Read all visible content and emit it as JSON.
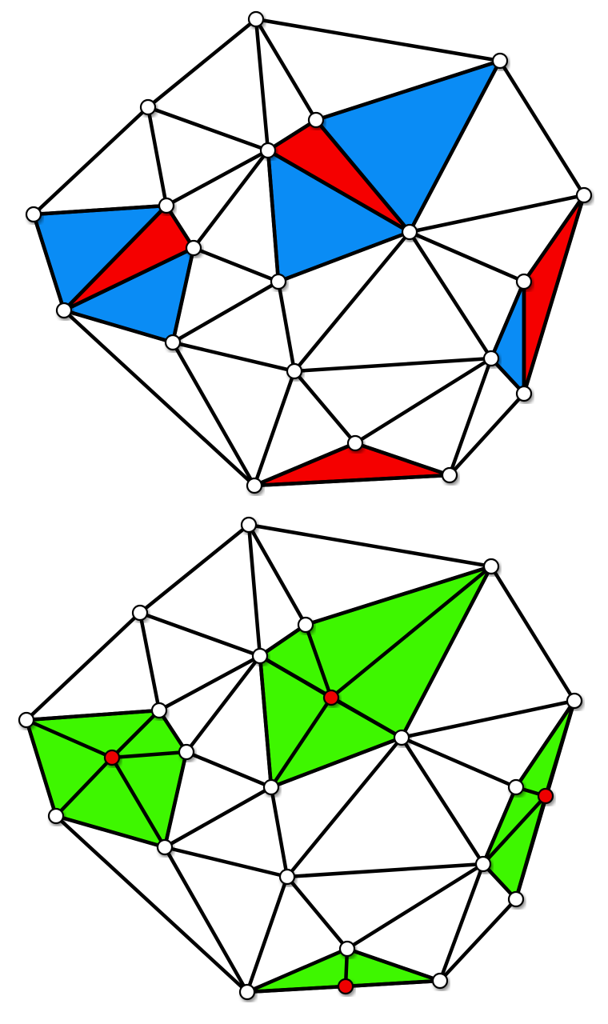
{
  "colors": {
    "background": "#ffffff",
    "edge": "#000000",
    "blue_face": "#0a8cf5",
    "red_face": "#f50000",
    "green_face": "#3ef700",
    "vertex": "#ffffff",
    "inserted_vertex": "#ee0000",
    "shadow": "#888888"
  },
  "panels": [
    {
      "name": "top",
      "vertices": [
        [
          320,
          24
        ],
        [
          625,
          76
        ],
        [
          185,
          134
        ],
        [
          395,
          150
        ],
        [
          335,
          188
        ],
        [
          730,
          244
        ],
        [
          42,
          268
        ],
        [
          208,
          257
        ],
        [
          242,
          310
        ],
        [
          512,
          290
        ],
        [
          348,
          352
        ],
        [
          655,
          352
        ],
        [
          80,
          388
        ],
        [
          216,
          428
        ],
        [
          368,
          464
        ],
        [
          614,
          448
        ],
        [
          655,
          492
        ],
        [
          444,
          554
        ],
        [
          318,
          607
        ],
        [
          562,
          594
        ]
      ],
      "edges": [
        [
          0,
          1
        ],
        [
          0,
          2
        ],
        [
          0,
          3
        ],
        [
          0,
          4
        ],
        [
          1,
          3
        ],
        [
          1,
          9
        ],
        [
          1,
          5
        ],
        [
          2,
          6
        ],
        [
          2,
          4
        ],
        [
          2,
          7
        ],
        [
          3,
          4
        ],
        [
          3,
          9
        ],
        [
          4,
          9
        ],
        [
          4,
          7
        ],
        [
          4,
          8
        ],
        [
          4,
          10
        ],
        [
          5,
          9
        ],
        [
          5,
          11
        ],
        [
          5,
          16
        ],
        [
          6,
          7
        ],
        [
          6,
          12
        ],
        [
          7,
          8
        ],
        [
          7,
          12
        ],
        [
          8,
          12
        ],
        [
          8,
          13
        ],
        [
          8,
          10
        ],
        [
          9,
          10
        ],
        [
          9,
          14
        ],
        [
          9,
          15
        ],
        [
          9,
          11
        ],
        [
          10,
          13
        ],
        [
          10,
          14
        ],
        [
          11,
          15
        ],
        [
          11,
          16
        ],
        [
          12,
          13
        ],
        [
          12,
          18
        ],
        [
          13,
          14
        ],
        [
          13,
          18
        ],
        [
          14,
          15
        ],
        [
          14,
          18
        ],
        [
          14,
          17
        ],
        [
          15,
          16
        ],
        [
          15,
          17
        ],
        [
          15,
          19
        ],
        [
          16,
          19
        ],
        [
          17,
          18
        ],
        [
          17,
          19
        ],
        [
          18,
          19
        ]
      ],
      "faces": [
        {
          "color": "blue",
          "vertices": [
            6,
            7,
            12
          ]
        },
        {
          "color": "blue",
          "vertices": [
            8,
            12,
            13
          ]
        },
        {
          "color": "blue",
          "vertices": [
            4,
            9,
            10
          ]
        },
        {
          "color": "blue",
          "vertices": [
            3,
            1,
            9
          ]
        },
        {
          "color": "blue",
          "vertices": [
            11,
            15,
            16
          ]
        },
        {
          "color": "red",
          "vertices": [
            7,
            8,
            12
          ]
        },
        {
          "color": "red",
          "vertices": [
            3,
            4,
            9
          ]
        },
        {
          "color": "red",
          "vertices": [
            5,
            11,
            16
          ]
        },
        {
          "color": "red",
          "vertices": [
            17,
            18,
            19
          ]
        }
      ],
      "red_vertices": []
    },
    {
      "name": "bottom",
      "vertices": [
        [
          311,
          656
        ],
        [
          614,
          708
        ],
        [
          175,
          766
        ],
        [
          382,
          781
        ],
        [
          325,
          820
        ],
        [
          718,
          876
        ],
        [
          33,
          900
        ],
        [
          199,
          888
        ],
        [
          233,
          940
        ],
        [
          502,
          922
        ],
        [
          339,
          984
        ],
        [
          645,
          984
        ],
        [
          70,
          1020
        ],
        [
          206,
          1059
        ],
        [
          359,
          1096
        ],
        [
          604,
          1080
        ],
        [
          645,
          1124
        ],
        [
          434,
          1186
        ],
        [
          309,
          1240
        ],
        [
          550,
          1226
        ],
        [
          140,
          947
        ],
        [
          414,
          872
        ],
        [
          682,
          995
        ],
        [
          432,
          1233
        ]
      ],
      "edges": [
        [
          0,
          1
        ],
        [
          0,
          2
        ],
        [
          0,
          3
        ],
        [
          0,
          4
        ],
        [
          1,
          3
        ],
        [
          1,
          9
        ],
        [
          1,
          5
        ],
        [
          2,
          6
        ],
        [
          2,
          4
        ],
        [
          2,
          7
        ],
        [
          3,
          4
        ],
        [
          4,
          9
        ],
        [
          4,
          7
        ],
        [
          4,
          8
        ],
        [
          4,
          10
        ],
        [
          5,
          9
        ],
        [
          5,
          11
        ],
        [
          5,
          16
        ],
        [
          6,
          7
        ],
        [
          6,
          12
        ],
        [
          7,
          8
        ],
        [
          8,
          13
        ],
        [
          8,
          10
        ],
        [
          9,
          10
        ],
        [
          9,
          14
        ],
        [
          9,
          15
        ],
        [
          9,
          11
        ],
        [
          10,
          13
        ],
        [
          10,
          14
        ],
        [
          11,
          15
        ],
        [
          12,
          13
        ],
        [
          12,
          18
        ],
        [
          13,
          14
        ],
        [
          13,
          18
        ],
        [
          14,
          15
        ],
        [
          14,
          18
        ],
        [
          14,
          17
        ],
        [
          15,
          16
        ],
        [
          15,
          17
        ],
        [
          15,
          19
        ],
        [
          16,
          19
        ],
        [
          17,
          19
        ],
        [
          20,
          6
        ],
        [
          20,
          7
        ],
        [
          20,
          8
        ],
        [
          20,
          12
        ],
        [
          20,
          13
        ],
        [
          21,
          3
        ],
        [
          21,
          4
        ],
        [
          21,
          1
        ],
        [
          21,
          9
        ],
        [
          21,
          10
        ],
        [
          22,
          11
        ],
        [
          22,
          5
        ],
        [
          22,
          16
        ],
        [
          22,
          15
        ],
        [
          23,
          17
        ],
        [
          23,
          18
        ],
        [
          23,
          19
        ]
      ],
      "faces": [
        {
          "color": "green",
          "vertices": [
            6,
            7,
            8,
            13,
            12
          ]
        },
        {
          "color": "green",
          "vertices": [
            4,
            3,
            1,
            9,
            10
          ]
        },
        {
          "color": "green",
          "vertices": [
            11,
            5,
            16,
            15
          ]
        },
        {
          "color": "green",
          "vertices": [
            17,
            19,
            18
          ]
        }
      ],
      "red_vertices": [
        20,
        21,
        22,
        23
      ]
    }
  ]
}
